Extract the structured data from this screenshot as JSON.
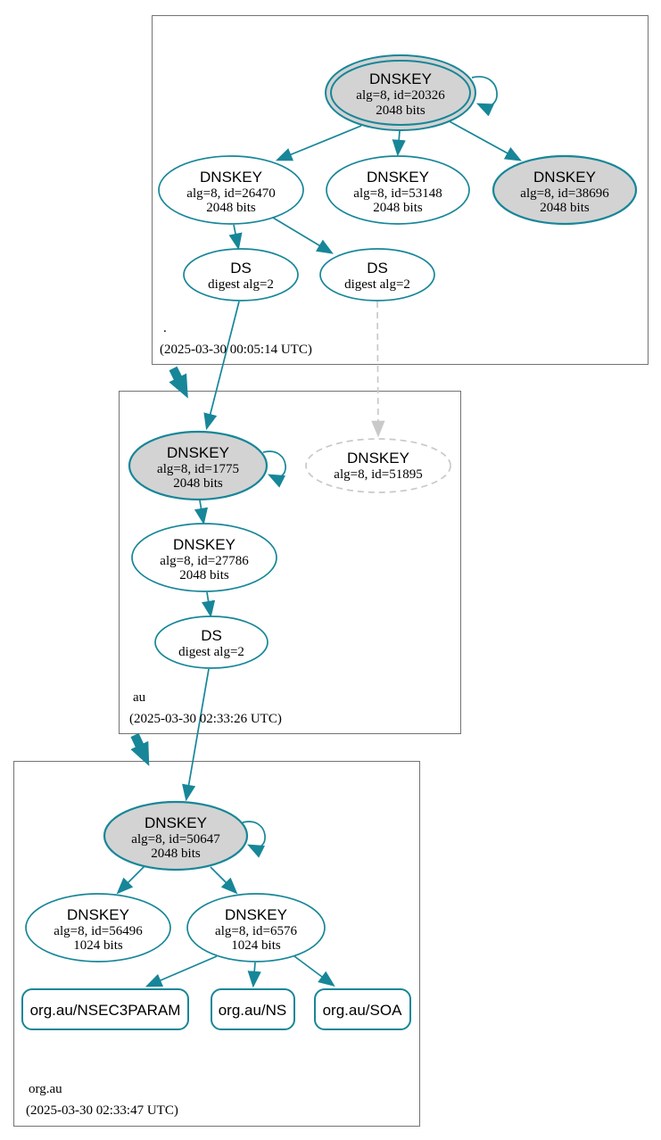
{
  "zones": {
    "root": {
      "label": ".",
      "timestamp": "(2025-03-30 00:05:14 UTC)"
    },
    "au": {
      "label": "au",
      "timestamp": "(2025-03-30 02:33:26 UTC)"
    },
    "org_au": {
      "label": "org.au",
      "timestamp": "(2025-03-30 02:33:47 UTC)"
    }
  },
  "nodes": {
    "k20326": {
      "title": "DNSKEY",
      "detail": "alg=8, id=20326",
      "bits": "2048 bits"
    },
    "k26470": {
      "title": "DNSKEY",
      "detail": "alg=8, id=26470",
      "bits": "2048 bits"
    },
    "k53148": {
      "title": "DNSKEY",
      "detail": "alg=8, id=53148",
      "bits": "2048 bits"
    },
    "k38696": {
      "title": "DNSKEY",
      "detail": "alg=8, id=38696",
      "bits": "2048 bits"
    },
    "ds_root_left": {
      "title": "DS",
      "detail": "digest alg=2"
    },
    "ds_root_right": {
      "title": "DS",
      "detail": "digest alg=2"
    },
    "k1775": {
      "title": "DNSKEY",
      "detail": "alg=8, id=1775",
      "bits": "2048 bits"
    },
    "k51895": {
      "title": "DNSKEY",
      "detail": "alg=8, id=51895"
    },
    "k27786": {
      "title": "DNSKEY",
      "detail": "alg=8, id=27786",
      "bits": "2048 bits"
    },
    "ds_au": {
      "title": "DS",
      "detail": "digest alg=2"
    },
    "k50647": {
      "title": "DNSKEY",
      "detail": "alg=8, id=50647",
      "bits": "2048 bits"
    },
    "k56496": {
      "title": "DNSKEY",
      "detail": "alg=8, id=56496",
      "bits": "1024 bits"
    },
    "k6576": {
      "title": "DNSKEY",
      "detail": "alg=8, id=6576",
      "bits": "1024 bits"
    },
    "rrset_nsec3param": {
      "label": "org.au/NSEC3PARAM"
    },
    "rrset_ns": {
      "label": "org.au/NS"
    },
    "rrset_soa": {
      "label": "org.au/SOA"
    }
  },
  "colors": {
    "edge_and_node_stroke": "#178698",
    "ksk_fill": "#d3d3d3",
    "zsk_fill": "#ffffff",
    "insecure_dashed": "#c9c9c9",
    "zone_box_border": "#737373",
    "text": "#000000"
  }
}
